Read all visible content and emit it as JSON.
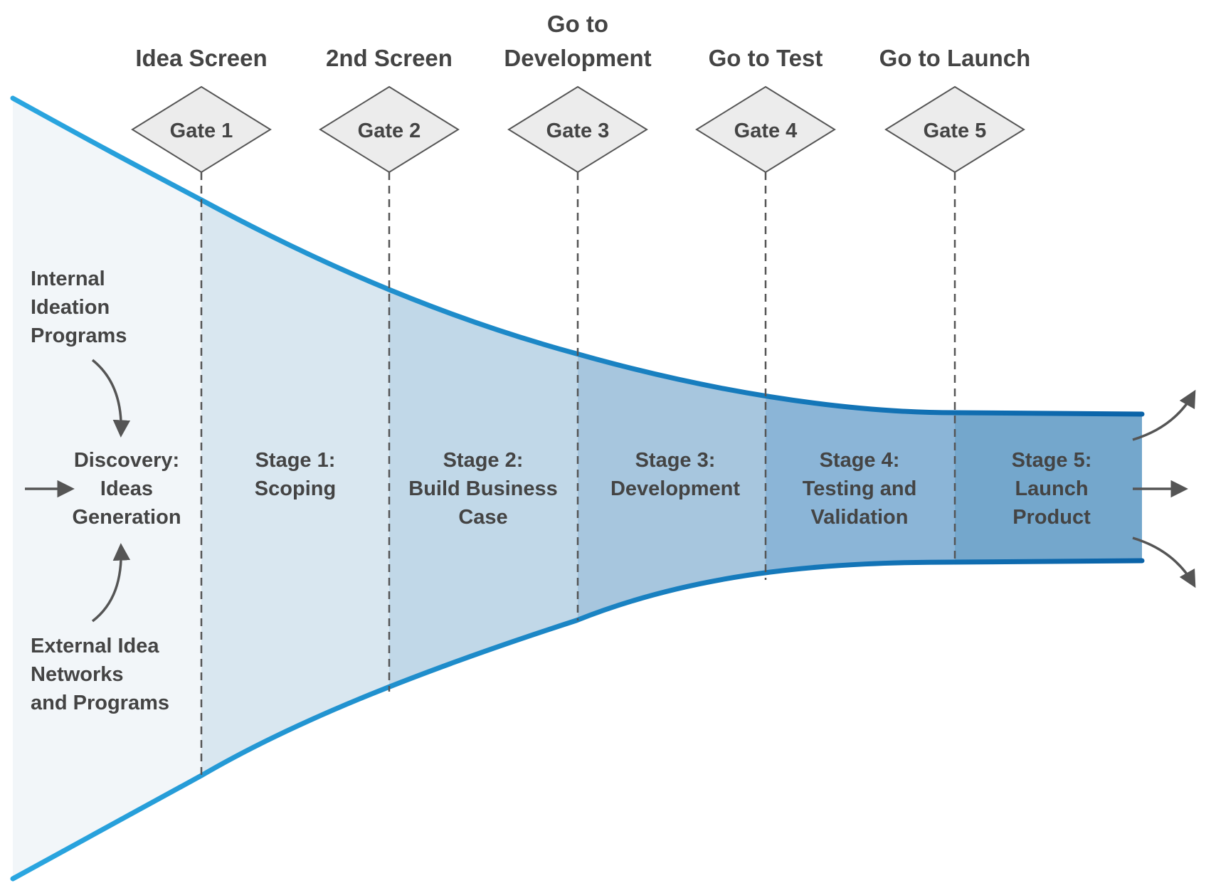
{
  "gates": [
    {
      "label_lines": [
        "Idea Screen"
      ],
      "name": "Gate 1"
    },
    {
      "label_lines": [
        "2nd Screen"
      ],
      "name": "Gate 2"
    },
    {
      "label_lines": [
        "Go to",
        "Development"
      ],
      "name": "Gate 3"
    },
    {
      "label_lines": [
        "Go to Test"
      ],
      "name": "Gate 4"
    },
    {
      "label_lines": [
        "Go to Launch"
      ],
      "name": "Gate 5"
    }
  ],
  "stages": [
    {
      "lines": [
        "Discovery:",
        "Ideas",
        "Generation"
      ],
      "fill": "#f2f6f9"
    },
    {
      "lines": [
        "Stage 1:",
        "Scoping"
      ],
      "fill": "#d9e7f0"
    },
    {
      "lines": [
        "Stage 2:",
        "Build Business",
        "Case"
      ],
      "fill": "#c1d8e8"
    },
    {
      "lines": [
        "Stage 3:",
        "Development"
      ],
      "fill": "#a7c6de"
    },
    {
      "lines": [
        "Stage 4:",
        "Testing and",
        "Validation"
      ],
      "fill": "#8bb5d7"
    },
    {
      "lines": [
        "Stage 5:",
        "Launch",
        "Product"
      ],
      "fill": "#74a7cc"
    }
  ],
  "inputs": {
    "internal_lines": [
      "Internal",
      "Ideation",
      "Programs"
    ],
    "external_lines": [
      "External Idea",
      "Networks",
      "and Programs"
    ]
  },
  "colors": {
    "funnel_edge": "#1f8fd1",
    "gate_fill": "#ececec",
    "gate_stroke": "#555555",
    "text": "#444444",
    "arrow": "#555555",
    "divider": "#555555"
  }
}
